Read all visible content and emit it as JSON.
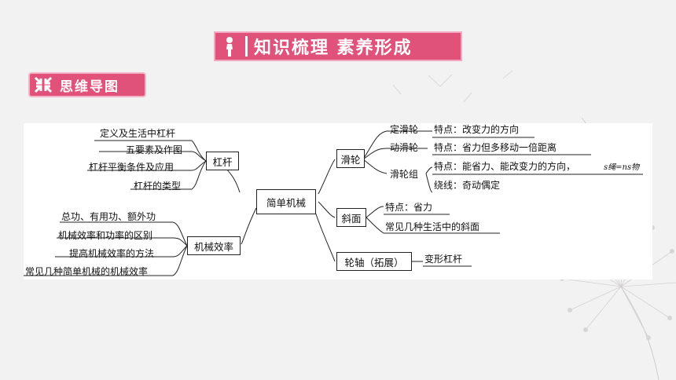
{
  "header": {
    "title": "知识梳理 素养形成"
  },
  "section": {
    "title": "思维导图"
  },
  "mindmap": {
    "center": "简单机械",
    "lever": {
      "label": "杠杆",
      "items": [
        "定义及生活中杠杆",
        "五要素及作图",
        "杠杆平衡条件及应用",
        "杠杆的类型"
      ]
    },
    "efficiency": {
      "label": "机械效率",
      "items": [
        "总功、有用功、额外功",
        "机械效率和功率的区别",
        "提高机械效率的方法",
        "常见几种简单机械的机械效率"
      ]
    },
    "pulley": {
      "label": "滑轮",
      "fixed": {
        "label": "定滑轮",
        "feature": "特点：改变力的方向"
      },
      "movable": {
        "label": "动滑轮",
        "feature": "特点：省力但多移动一倍距离"
      },
      "block": {
        "label": "滑轮组",
        "feature": "特点：能省力、能改变力的方向，",
        "formula": "s绳=ns物",
        "winding": "绕线：奇动偶定"
      }
    },
    "incline": {
      "label": "斜面",
      "items": [
        "特点：省力",
        "常见几种生活中的斜面"
      ]
    },
    "wheel_axle": {
      "label": "轮轴（拓展）",
      "item": "变形杠杆"
    }
  },
  "colors": {
    "accent": "#e0527a",
    "border": "#f2a9bf",
    "background": "#f3f2f2"
  }
}
